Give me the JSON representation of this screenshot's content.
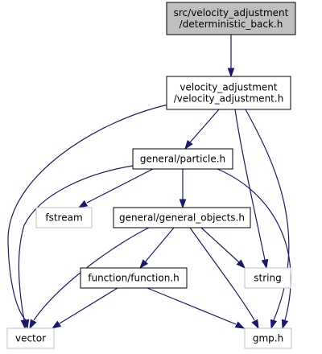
{
  "graph": {
    "colors": {
      "edge": "#191970",
      "focus_fill": "#bfbfbf",
      "node_border": "#000000",
      "external_border": "#bfbfbf",
      "node_fill": "#ffffff"
    },
    "nodes": [
      {
        "id": "deterministic_back",
        "lines": [
          "src/velocity_adjustment",
          "/deterministic_back.h"
        ],
        "kind": "focus"
      },
      {
        "id": "velocity_adjustment",
        "lines": [
          "velocity_adjustment",
          "/velocity_adjustment.h"
        ],
        "kind": "internal"
      },
      {
        "id": "particle",
        "lines": [
          "general/particle.h"
        ],
        "kind": "internal"
      },
      {
        "id": "fstream",
        "lines": [
          "fstream"
        ],
        "kind": "external"
      },
      {
        "id": "general_objects",
        "lines": [
          "general/general_objects.h"
        ],
        "kind": "internal"
      },
      {
        "id": "function",
        "lines": [
          "function/function.h"
        ],
        "kind": "internal"
      },
      {
        "id": "string",
        "lines": [
          "string"
        ],
        "kind": "external"
      },
      {
        "id": "vector",
        "lines": [
          "vector"
        ],
        "kind": "external"
      },
      {
        "id": "gmp",
        "lines": [
          "gmp.h"
        ],
        "kind": "external"
      }
    ],
    "edges": [
      {
        "from": "deterministic_back",
        "to": "velocity_adjustment"
      },
      {
        "from": "velocity_adjustment",
        "to": "vector"
      },
      {
        "from": "velocity_adjustment",
        "to": "particle"
      },
      {
        "from": "velocity_adjustment",
        "to": "string"
      },
      {
        "from": "velocity_adjustment",
        "to": "gmp"
      },
      {
        "from": "particle",
        "to": "vector"
      },
      {
        "from": "particle",
        "to": "fstream"
      },
      {
        "from": "particle",
        "to": "general_objects"
      },
      {
        "from": "particle",
        "to": "gmp"
      },
      {
        "from": "general_objects",
        "to": "vector"
      },
      {
        "from": "general_objects",
        "to": "function"
      },
      {
        "from": "general_objects",
        "to": "string"
      },
      {
        "from": "general_objects",
        "to": "gmp"
      },
      {
        "from": "function",
        "to": "vector"
      },
      {
        "from": "function",
        "to": "gmp"
      }
    ]
  }
}
